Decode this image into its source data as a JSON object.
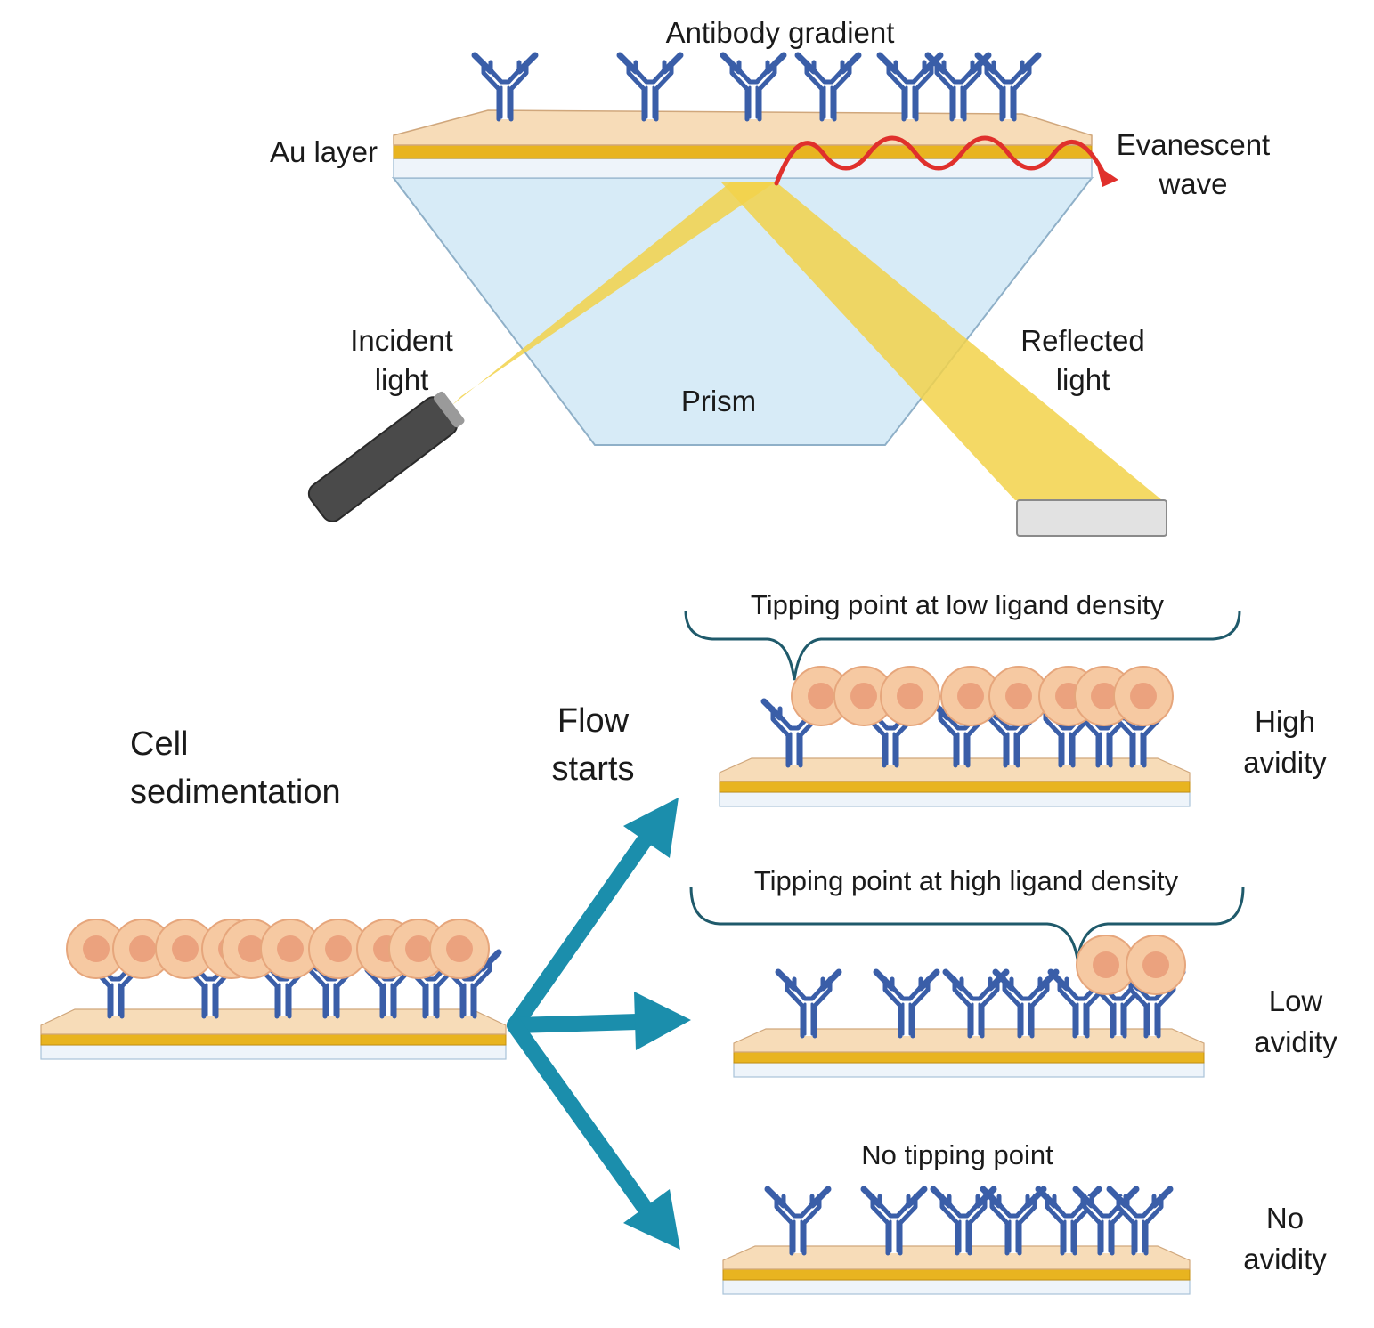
{
  "spr": {
    "antibody_gradient": "Antibody gradient",
    "au_layer": "Au layer",
    "evanescent": [
      "Evanescent",
      "wave"
    ],
    "incident": [
      "Incident",
      "light"
    ],
    "prism": "Prism",
    "reflected": [
      "Reflected",
      "light"
    ]
  },
  "process": {
    "cell_sedimentation": [
      "Cell",
      "sedimentation"
    ],
    "flow_starts": [
      "Flow",
      "starts"
    ]
  },
  "outcomes": {
    "high": {
      "tipping": "Tipping point at low ligand density",
      "avidity": [
        "High",
        "avidity"
      ]
    },
    "low": {
      "tipping": "Tipping point at high ligand density",
      "avidity": [
        "Low",
        "avidity"
      ]
    },
    "none": {
      "tipping": "No tipping point",
      "avidity": [
        "No",
        "avidity"
      ]
    }
  },
  "colors": {
    "antibody": "#3a5ea8",
    "substrate": "#f7dcb8",
    "gold": "#e8b420",
    "glass": "#dde9f3",
    "prism": "#d7ebf7",
    "beam": "#f2d24a",
    "wave": "#e0302c",
    "cell": "#f6c9a2",
    "nucleus": "#eba27e",
    "arrow": "#1b8eac",
    "brace": "#1f5a6b"
  }
}
